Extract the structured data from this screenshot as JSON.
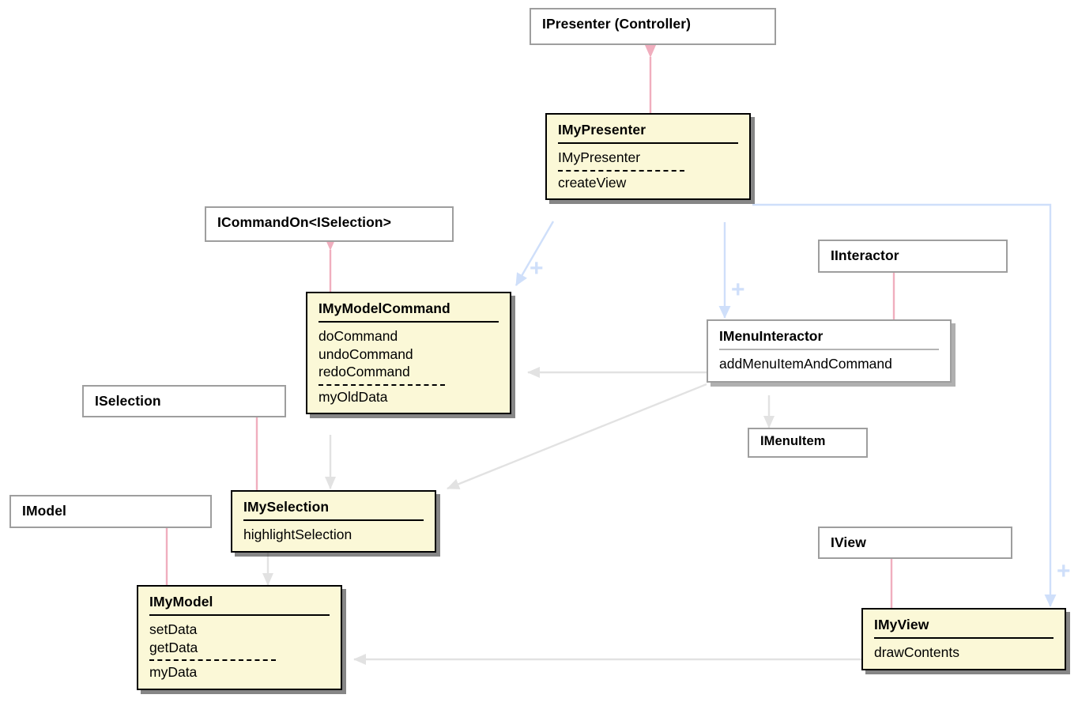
{
  "diagram": {
    "title": "MVP / MVC interface class diagram",
    "colors": {
      "impl_fill": "#fbf8d7",
      "iface_fill": "#ffffff",
      "iface_border": "#9e9e9e",
      "generalization": "#f0aebe",
      "dependency": "#e2e2e2",
      "association": "#cfdffa",
      "text": "#000000"
    },
    "nodes": [
      {
        "id": "IPresenter",
        "kind": "interface",
        "name": "IPresenter (Controller)",
        "operations": [],
        "attributes": []
      },
      {
        "id": "IMyPresenter",
        "kind": "implementation",
        "name": "IMyPresenter",
        "operations": [
          "IMyPresenter"
        ],
        "attributes": [
          "createView"
        ]
      },
      {
        "id": "ICommandOn",
        "kind": "interface",
        "name": "ICommandOn<ISelection>",
        "operations": [],
        "attributes": []
      },
      {
        "id": "IMyModelCommand",
        "kind": "implementation",
        "name": "IMyModelCommand",
        "operations": [
          "doCommand",
          "undoCommand",
          "redoCommand"
        ],
        "attributes": [
          "myOldData"
        ]
      },
      {
        "id": "IInteractor",
        "kind": "interface",
        "name": "IInteractor",
        "operations": [],
        "attributes": []
      },
      {
        "id": "IMenuInteractor",
        "kind": "plain-shadow",
        "name": "IMenuInteractor",
        "operations": [
          "addMenuItemAndCommand"
        ],
        "attributes": []
      },
      {
        "id": "IMenuItem",
        "kind": "interface",
        "name": "IMenuItem",
        "operations": [],
        "attributes": []
      },
      {
        "id": "ISelection",
        "kind": "interface",
        "name": "ISelection",
        "operations": [],
        "attributes": []
      },
      {
        "id": "IMySelection",
        "kind": "implementation",
        "name": "IMySelection",
        "operations": [
          "highlightSelection"
        ],
        "attributes": []
      },
      {
        "id": "IModel",
        "kind": "interface",
        "name": "IModel",
        "operations": [],
        "attributes": []
      },
      {
        "id": "IMyModel",
        "kind": "implementation",
        "name": "IMyModel",
        "operations": [
          "setData",
          "getData"
        ],
        "attributes": [
          "myData"
        ]
      },
      {
        "id": "IView",
        "kind": "interface",
        "name": "IView",
        "operations": [],
        "attributes": []
      },
      {
        "id": "IMyView",
        "kind": "implementation",
        "name": "IMyView",
        "operations": [
          "drawContents"
        ],
        "attributes": []
      }
    ],
    "edges": [
      {
        "from": "IMyPresenter",
        "to": "IPresenter",
        "type": "generalization",
        "label": ""
      },
      {
        "from": "IMyModelCommand",
        "to": "ICommandOn",
        "type": "generalization",
        "label": ""
      },
      {
        "from": "IMenuInteractor",
        "to": "IInteractor",
        "type": "generalization",
        "label": ""
      },
      {
        "from": "IMySelection",
        "to": "ISelection",
        "type": "generalization",
        "label": ""
      },
      {
        "from": "IMyModel",
        "to": "IModel",
        "type": "generalization",
        "label": ""
      },
      {
        "from": "IMyView",
        "to": "IView",
        "type": "generalization",
        "label": ""
      },
      {
        "from": "IMyPresenter",
        "to": "IMyModelCommand",
        "type": "association",
        "label": "+"
      },
      {
        "from": "IMyPresenter",
        "to": "IMenuInteractor",
        "type": "association",
        "label": "+"
      },
      {
        "from": "IMyPresenter",
        "to": "IMyView",
        "type": "association",
        "label": "+"
      },
      {
        "from": "IMenuInteractor",
        "to": "IMyModelCommand",
        "type": "dependency",
        "label": ""
      },
      {
        "from": "IMenuInteractor",
        "to": "IMySelection",
        "type": "dependency",
        "label": ""
      },
      {
        "from": "IMenuInteractor",
        "to": "IMenuItem",
        "type": "dependency",
        "label": ""
      },
      {
        "from": "IMyModelCommand",
        "to": "IMySelection",
        "type": "dependency",
        "label": ""
      },
      {
        "from": "IMySelection",
        "to": "IMyModel",
        "type": "dependency",
        "label": ""
      },
      {
        "from": "IMyView",
        "to": "IMyModel",
        "type": "dependency",
        "label": ""
      }
    ],
    "plus_labels": [
      "+",
      "+",
      "+"
    ]
  }
}
